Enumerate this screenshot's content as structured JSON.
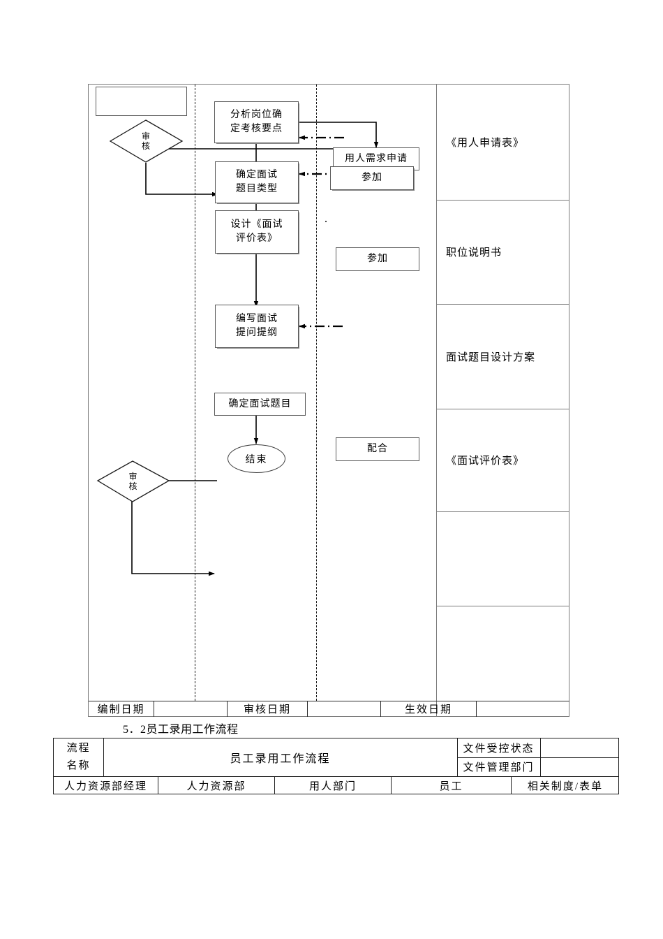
{
  "document": {
    "caption": "5．2员工录用工作流程"
  },
  "flowchart": {
    "lanes": [
      "人力资源部经理",
      "人力资源部",
      "用人部门",
      "员工"
    ],
    "empty_box": "",
    "nodes": [
      {
        "id": "analyze",
        "label": "分析岗位确\n定考核要点",
        "line1": "分析岗位确",
        "line2": "定考核要点"
      },
      {
        "id": "review1",
        "label": "审核",
        "line1": "审",
        "line2": "核"
      },
      {
        "id": "q-type",
        "label": "确定面试\n题目类型",
        "line1": "确定面试",
        "line2": "题目类型"
      },
      {
        "id": "design",
        "label": "设计《面试\n评价表》",
        "line1": "设计《面试",
        "line2": "评价表》"
      },
      {
        "id": "outline",
        "label": "编写面试\n提问提纲",
        "line1": "编写面试",
        "line2": "提问提纲"
      },
      {
        "id": "confirm",
        "label": "确定面试题目",
        "line1": "确定面试题目",
        "line2": ""
      },
      {
        "id": "end",
        "label": "结束",
        "line1": "结束",
        "line2": ""
      },
      {
        "id": "review2",
        "label": "审核",
        "line1": "审",
        "line2": "核"
      },
      {
        "id": "demand",
        "label": "用人需求申请",
        "line1": "用人需求申请",
        "line2": ""
      },
      {
        "id": "attend1",
        "label": "参加",
        "line1": "参加",
        "line2": ""
      },
      {
        "id": "attend2",
        "label": "参加",
        "line1": "参加",
        "line2": ""
      },
      {
        "id": "cooperate",
        "label": "配合",
        "line1": "配合",
        "line2": ""
      }
    ],
    "forms_column": [
      {
        "label": "《用人申请表》"
      },
      {
        "label": "职位说明书"
      },
      {
        "label": "面试题目设计方案"
      },
      {
        "label": "《面试评价表》"
      },
      {
        "label": ""
      },
      {
        "label": ""
      }
    ],
    "footer": [
      {
        "label": "编制日期",
        "value": ""
      },
      {
        "label": "",
        "value": ""
      },
      {
        "label": "审核日期",
        "value": ""
      },
      {
        "label": "",
        "value": ""
      },
      {
        "label": "生效日期",
        "value": ""
      },
      {
        "label": "",
        "value": ""
      }
    ]
  },
  "info_table": {
    "row1_label": "流程",
    "row2_label": "名称",
    "process_name": "员工录用工作流程",
    "control_status_label": "文件受控状态",
    "control_status_value": "",
    "manage_dept_label": "文件管理部门",
    "manage_dept_value": "",
    "columns": [
      "人力资源部经理",
      "人力资源部",
      "用人部门",
      "员工",
      "相关制度/表单"
    ]
  }
}
